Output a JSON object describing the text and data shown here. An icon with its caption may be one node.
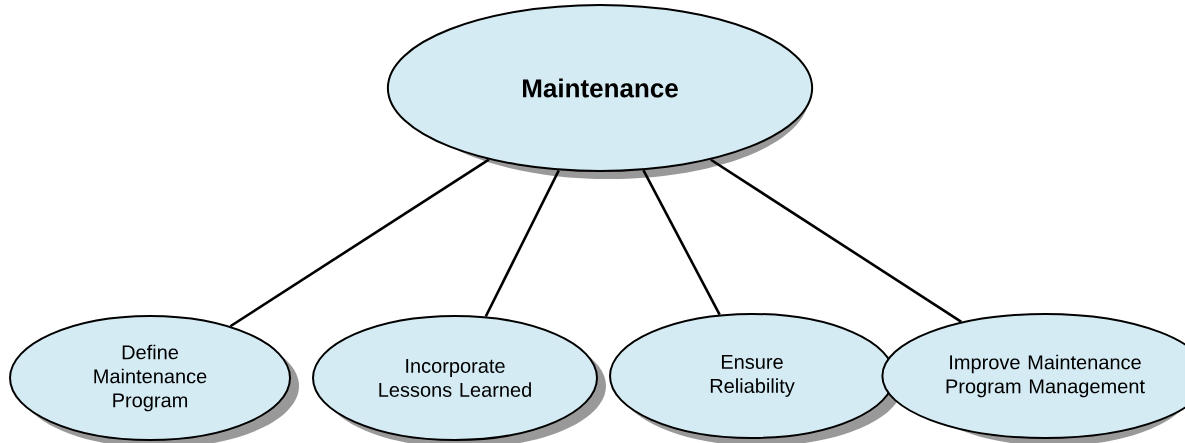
{
  "diagram": {
    "nodes": [
      {
        "text": [
          "Maintenance"
        ]
      },
      {
        "text": [
          "Define Maintenance Program"
        ]
      },
      {
        "text": [
          "Incorporate Lessons Learned"
        ]
      },
      {
        "text": [
          "Ensure Reliability"
        ]
      },
      {
        "text": [
          "Improve Maintenance Program Management"
        ]
      }
    ],
    "edges": [
      {
        "from": 0,
        "to": 1,
        "arrow": "none"
      },
      {
        "from": 0,
        "to": 2,
        "arrow": "none"
      },
      {
        "from": 0,
        "to": 3,
        "arrow": "none"
      },
      {
        "from": 0,
        "to": 4,
        "arrow": "none"
      }
    ]
  }
}
